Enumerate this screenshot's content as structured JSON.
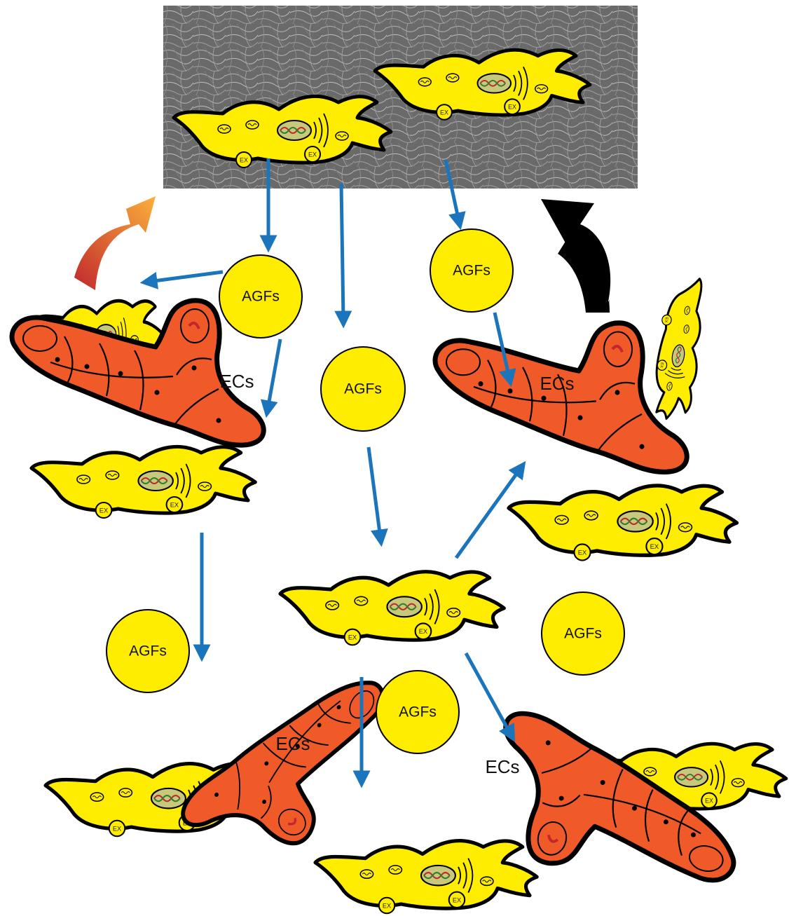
{
  "labels": {
    "agf": "AGFs",
    "ec": "ECs",
    "exosome": "EX"
  },
  "colors": {
    "msc_fill": "#ffed00",
    "ec_fill": "#f05a28",
    "agf_fill": "#ffed00",
    "arrow_blue": "#1a75bc",
    "arrow_black": "#000000",
    "arrow_gradient_start": "#c1272d",
    "arrow_gradient_end": "#fbb03b",
    "scaffold_gray": "#6e6e6e"
  },
  "icons": [
    "nucleus-icon",
    "mitochondria-icon",
    "exosome-icon",
    "scaffold-texture"
  ]
}
